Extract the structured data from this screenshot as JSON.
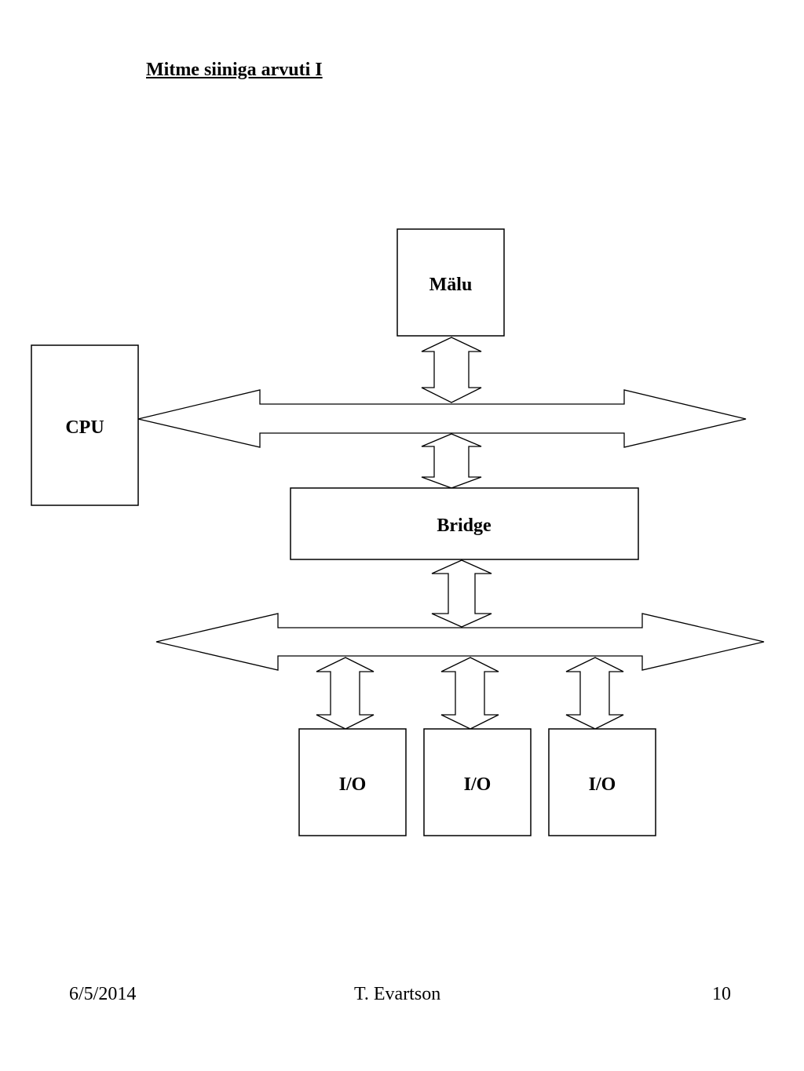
{
  "slide": {
    "title": "Mitme siiniga arvuti I"
  },
  "diagram": {
    "memory_label": "Mälu",
    "cpu_label": "CPU",
    "bridge_label": "Bridge",
    "io_labels": [
      "I/O",
      "I/O",
      "I/O"
    ]
  },
  "footer": {
    "date": "6/5/2014",
    "author": "T. Evartson",
    "page_number": "10"
  }
}
